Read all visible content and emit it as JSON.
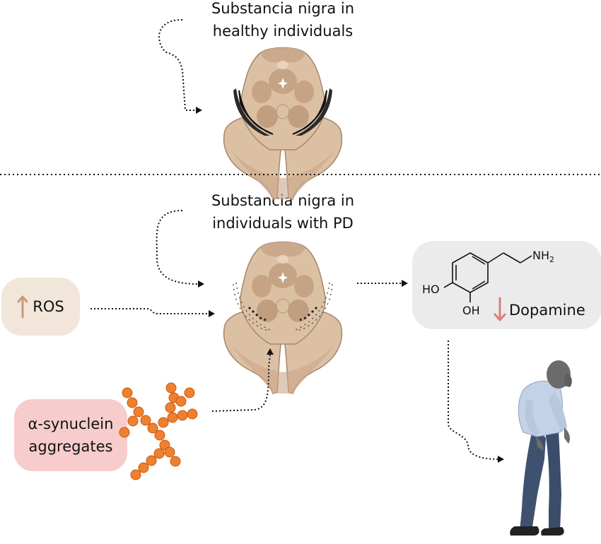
{
  "top_panel": {
    "title_line1": "Substancia nigra in",
    "title_line2": "healthy individuals"
  },
  "bottom_panel": {
    "title_line1": "Substancia nigra in",
    "title_line2": "individuals with PD"
  },
  "ros": {
    "label": "ROS",
    "arrow": "up-arrow-icon"
  },
  "synuclein": {
    "line1": "α-synuclein",
    "line2": "aggregates"
  },
  "dopamine": {
    "label": "Dopamine",
    "arrow": "down-arrow-icon",
    "nh2_text": "NH",
    "nh2_sub": "2",
    "ho_text": "HO",
    "oh_text": "OH"
  },
  "colors": {
    "brain_fill": "#dcc0a4",
    "brain_dark": "#c29e80",
    "nigra": "#1e1e1e",
    "ros_bg": "#f2e6da",
    "syn_bg": "#f6cccc",
    "dopa_bg": "#ebebeb",
    "aggregate": "#f0802e",
    "down_arrow": "#e07a7a",
    "up_arrow": "#c99a78"
  }
}
